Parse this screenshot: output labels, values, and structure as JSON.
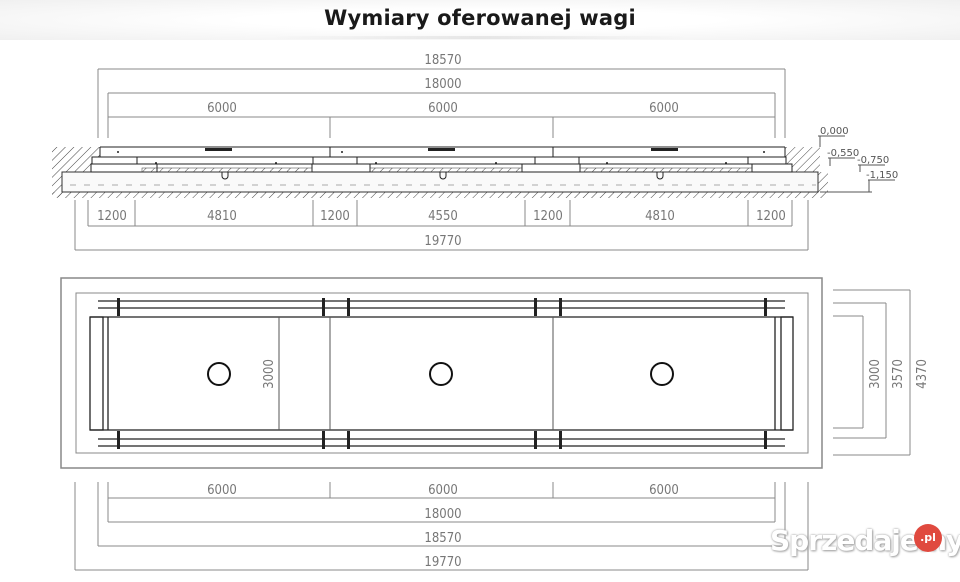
{
  "title": "Wymiary oferowanej wagi",
  "section_view": {
    "top_dimensions": {
      "overall_pit_length": "18570",
      "platform_length": "18000",
      "module_lengths": [
        "6000",
        "6000",
        "6000"
      ]
    },
    "levels": [
      "0,000",
      "-0,550",
      "-0,750",
      "-1,150"
    ],
    "bottom_dimensions": {
      "segments": [
        "1200",
        "4810",
        "1200",
        "4550",
        "1200",
        "4810",
        "1200"
      ],
      "overall_foundation_length": "19770"
    }
  },
  "plan_view": {
    "platform_width": "3000",
    "side_dimensions": [
      "3000",
      "3570",
      "4370"
    ],
    "bottom_dimensions": {
      "module_lengths": [
        "6000",
        "6000",
        "6000"
      ],
      "platform_length": "18000",
      "pit_length": "18570",
      "foundation_length": "19770"
    },
    "load_cells": 3
  },
  "watermark": {
    "text": "Sprzedajemy",
    "badge": ".pl",
    "badge_color": "#e04a3f"
  },
  "colors": {
    "line": "#222222",
    "dimension_line": "#888888",
    "dimension_text": "#777777"
  }
}
